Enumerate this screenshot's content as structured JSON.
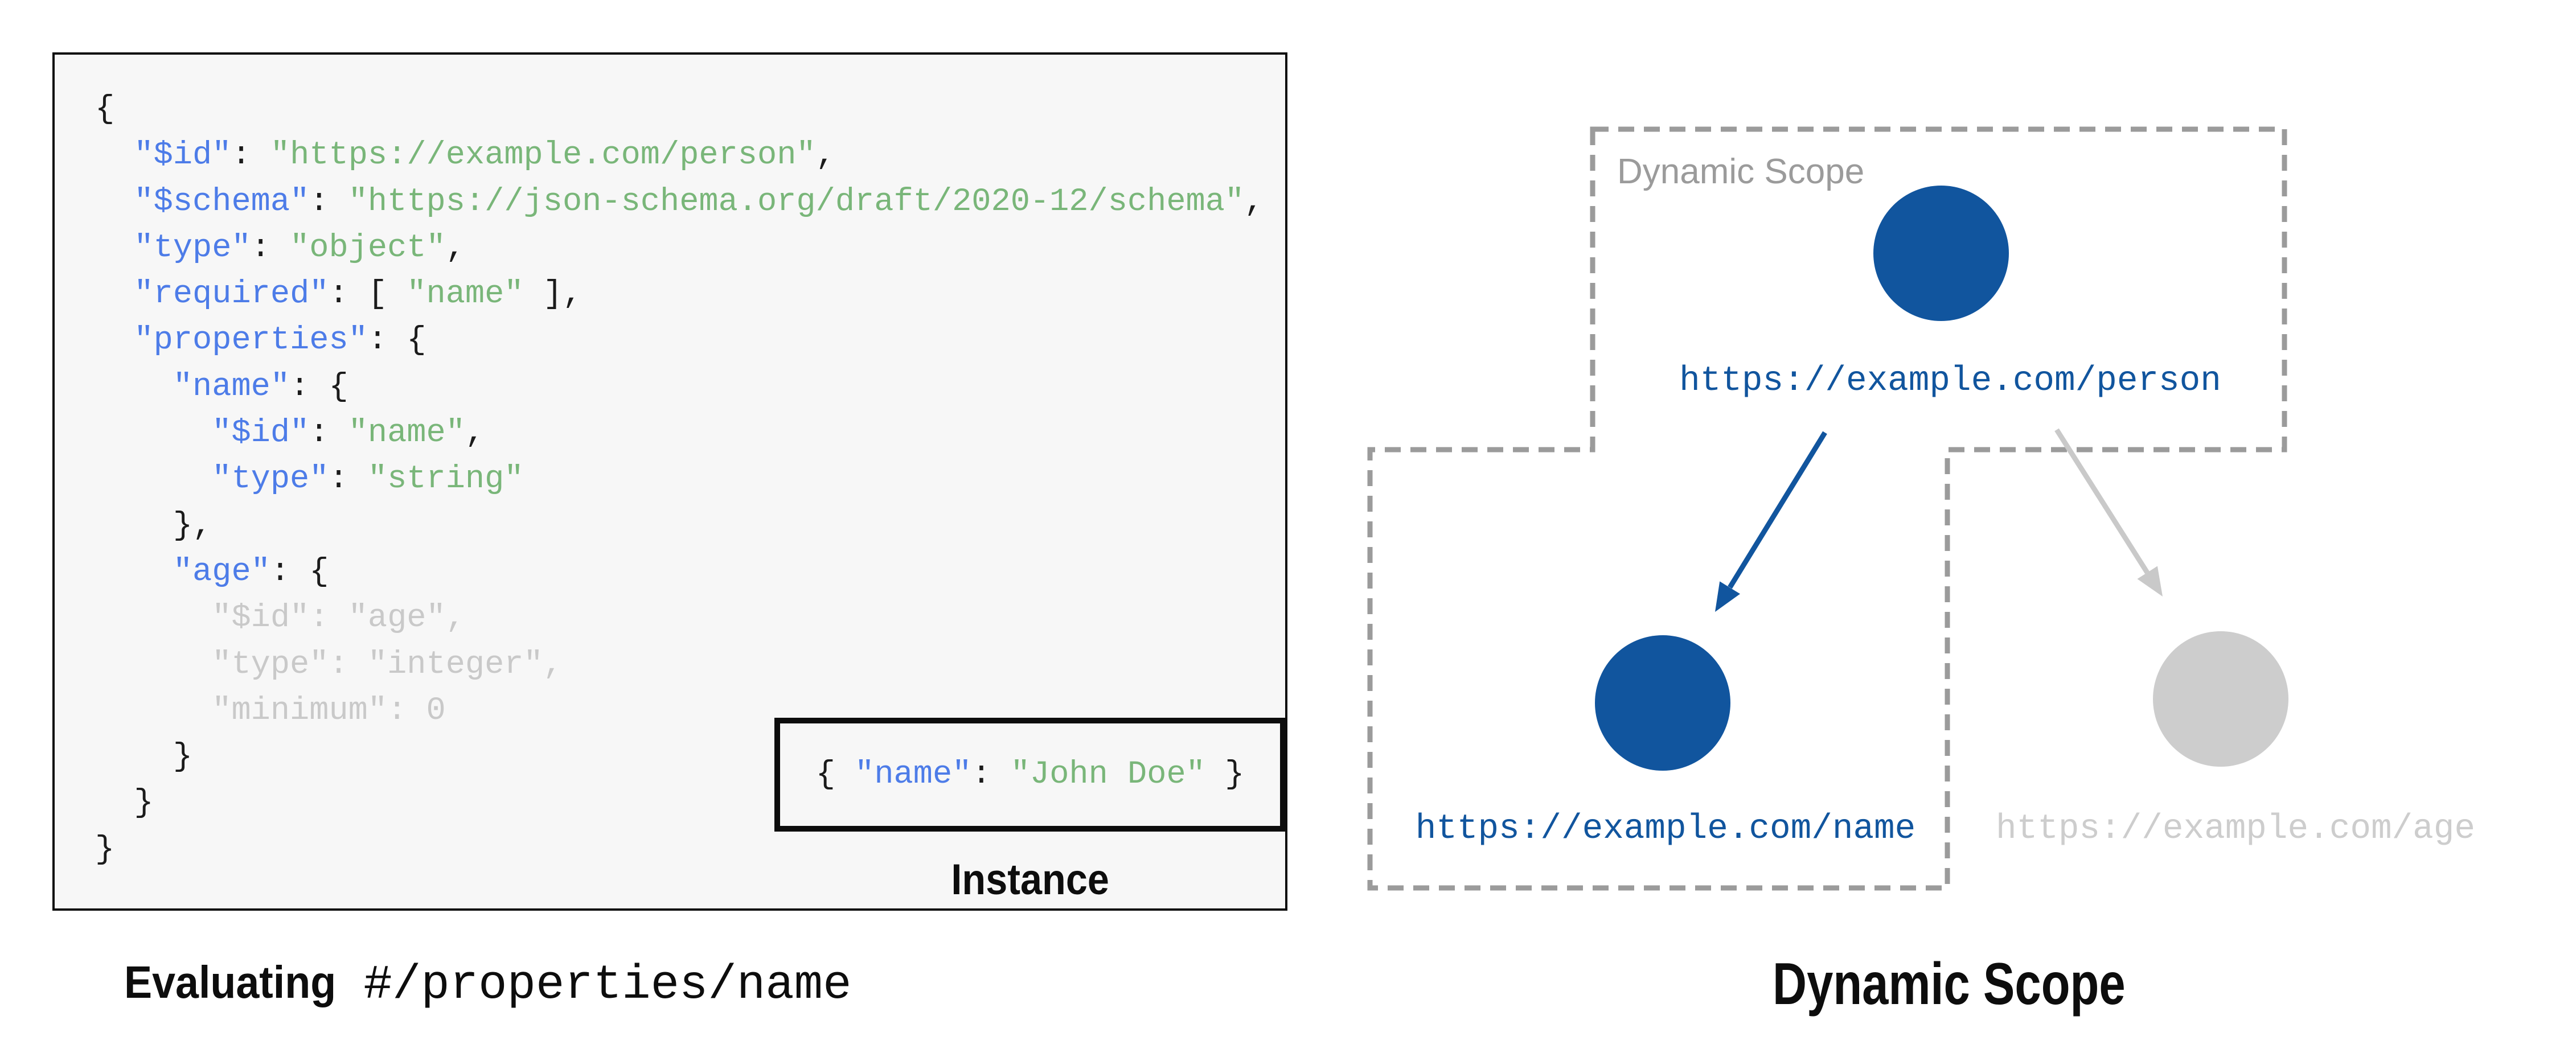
{
  "colors": {
    "deep_blue": "#11559e",
    "key_blue": "#4d7ce8",
    "string_green": "#79b679",
    "dim_gray": "#c9c9c9",
    "inactive_gray": "#cdcdcd",
    "scope_dash": "#9b9b9b",
    "scope_label_gray": "#9b9b9b",
    "panel_bg": "#f7f7f7",
    "ink": "#0d0d0d"
  },
  "left": {
    "code": {
      "lines": [
        [
          [
            "p",
            "{"
          ]
        ],
        [
          [
            "p",
            "  "
          ],
          [
            "k",
            "\"$id\""
          ],
          [
            "p",
            ": "
          ],
          [
            "s",
            "\"https://example.com/person\""
          ],
          [
            "p",
            ","
          ]
        ],
        [
          [
            "p",
            "  "
          ],
          [
            "k",
            "\"$schema\""
          ],
          [
            "p",
            ": "
          ],
          [
            "s",
            "\"https://json-schema.org/draft/2020-12/schema\""
          ],
          [
            "p",
            ","
          ]
        ],
        [
          [
            "p",
            "  "
          ],
          [
            "k",
            "\"type\""
          ],
          [
            "p",
            ": "
          ],
          [
            "s",
            "\"object\""
          ],
          [
            "p",
            ","
          ]
        ],
        [
          [
            "p",
            "  "
          ],
          [
            "k",
            "\"required\""
          ],
          [
            "p",
            ": [ "
          ],
          [
            "s",
            "\"name\""
          ],
          [
            "p",
            " ],"
          ]
        ],
        [
          [
            "p",
            "  "
          ],
          [
            "k",
            "\"properties\""
          ],
          [
            "p",
            ": {"
          ]
        ],
        [
          [
            "p",
            "    "
          ],
          [
            "k",
            "\"name\""
          ],
          [
            "p",
            ": {"
          ]
        ],
        [
          [
            "p",
            "      "
          ],
          [
            "k",
            "\"$id\""
          ],
          [
            "p",
            ": "
          ],
          [
            "s",
            "\"name\""
          ],
          [
            "p",
            ","
          ]
        ],
        [
          [
            "p",
            "      "
          ],
          [
            "k",
            "\"type\""
          ],
          [
            "p",
            ": "
          ],
          [
            "s",
            "\"string\""
          ]
        ],
        [
          [
            "p",
            "    },"
          ]
        ],
        [
          [
            "p",
            "    "
          ],
          [
            "k",
            "\"age\""
          ],
          [
            "p",
            ": {"
          ]
        ],
        [
          [
            "d",
            "      \"$id\": \"age\","
          ]
        ],
        [
          [
            "d",
            "      \"type\": \"integer\","
          ]
        ],
        [
          [
            "d",
            "      \"minimum\": 0"
          ]
        ],
        [
          [
            "p",
            "    }"
          ]
        ],
        [
          [
            "p",
            "  }"
          ]
        ],
        [
          [
            "p",
            "}"
          ]
        ]
      ]
    },
    "instance": {
      "segments": [
        [
          "p",
          "{ "
        ],
        [
          "k",
          "\"name\""
        ],
        [
          "p",
          ": "
        ],
        [
          "s",
          "\"John Doe\""
        ],
        [
          "p",
          " }"
        ]
      ],
      "label": "Instance"
    },
    "caption": {
      "bold": "Evaluating",
      "pointer": "#/properties/name"
    }
  },
  "right": {
    "scope_label": "Dynamic Scope",
    "caption": "Dynamic Scope",
    "nodes": [
      {
        "id": "person",
        "url": "https://example.com/person",
        "color": "#11559e"
      },
      {
        "id": "name",
        "url": "https://example.com/name",
        "color": "#11559e"
      },
      {
        "id": "age",
        "url": "https://example.com/age",
        "color": "#cdcdcd"
      }
    ],
    "arrows": [
      {
        "to": "name",
        "color": "#11559e"
      },
      {
        "to": "age",
        "color": "#c9c9c9"
      }
    ]
  }
}
